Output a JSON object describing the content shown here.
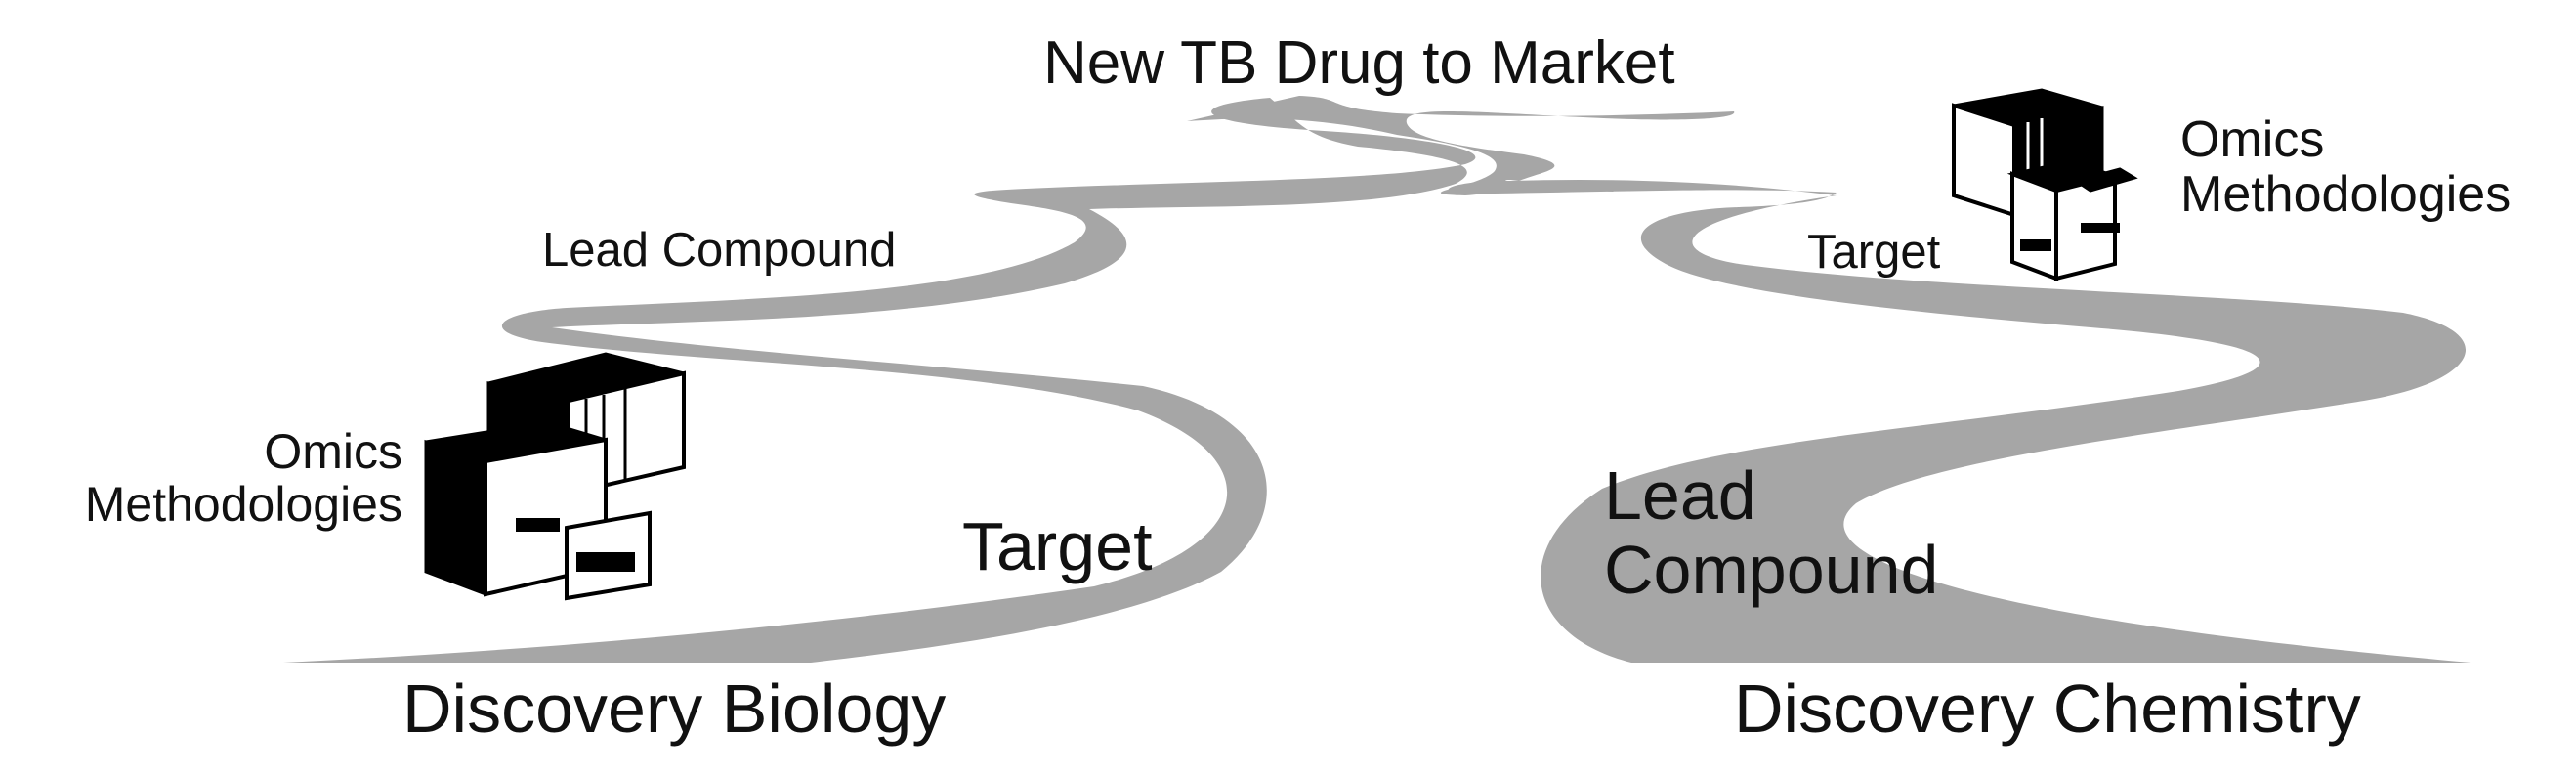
{
  "title": "New TB Drug to Market",
  "left_path": {
    "start_label": "Discovery Biology",
    "target_label": "Target",
    "lead_label": "Lead Compound",
    "omics_line1": "Omics",
    "omics_line2": "Methodologies"
  },
  "right_path": {
    "start_label": "Discovery Chemistry",
    "lead_line1": "Lead",
    "lead_line2": "Compound",
    "target_label": "Target",
    "omics_line1": "Omics",
    "omics_line2": "Methodologies"
  },
  "colors": {
    "road": "#a6a6a6",
    "instrument": "#000000",
    "text": "#111111"
  }
}
